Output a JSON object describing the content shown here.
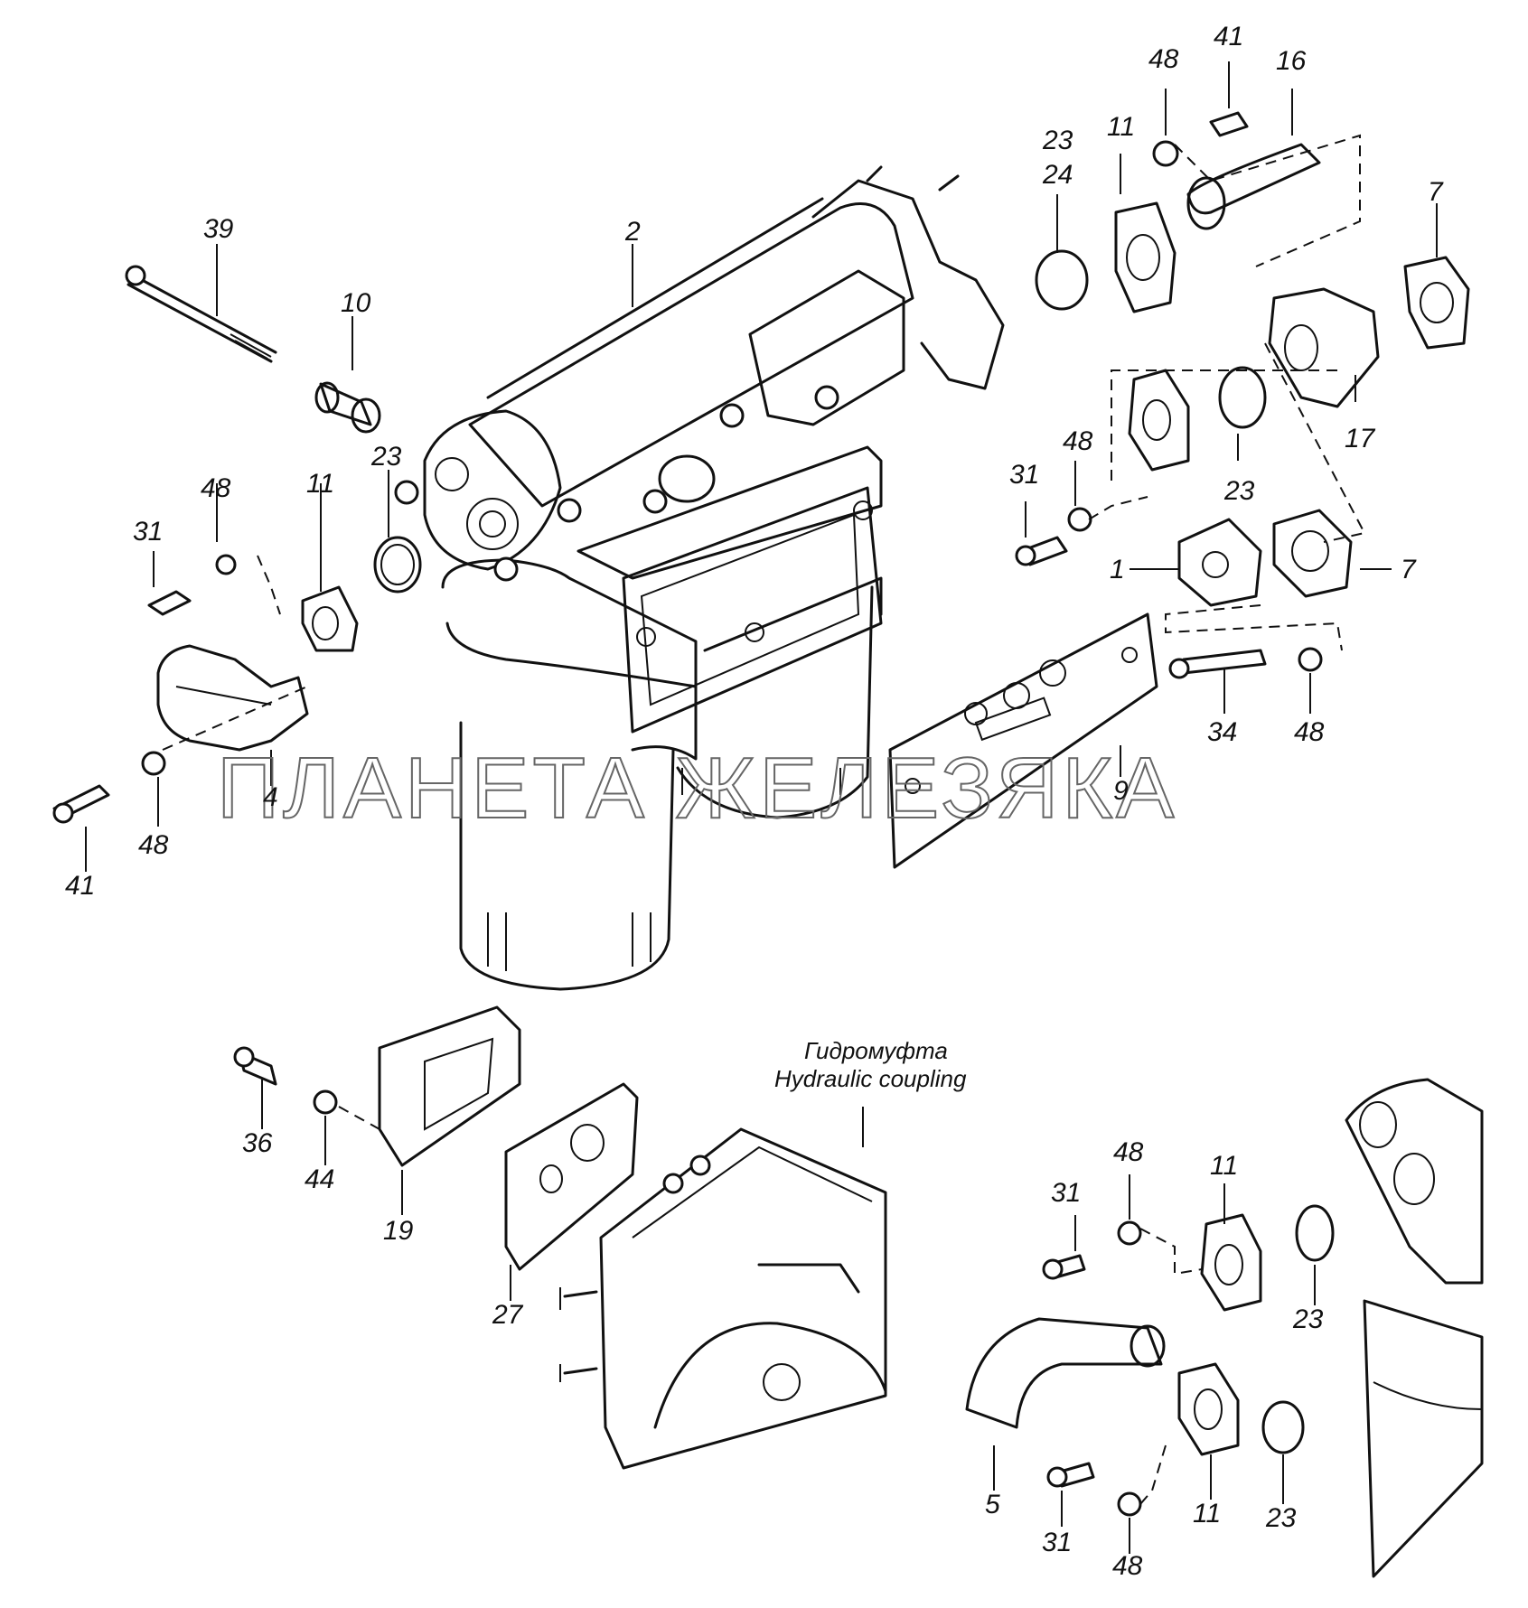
{
  "callouts": [
    {
      "label": "41"
    },
    {
      "label": "48"
    },
    {
      "label": "16"
    },
    {
      "label": "23"
    },
    {
      "label": "24"
    },
    {
      "label": "11"
    },
    {
      "label": "7"
    },
    {
      "label": "39"
    },
    {
      "label": "2"
    },
    {
      "label": "10"
    },
    {
      "label": "48"
    },
    {
      "label": "17"
    },
    {
      "label": "23"
    },
    {
      "label": "31"
    },
    {
      "label": "23"
    },
    {
      "label": "48"
    },
    {
      "label": "11"
    },
    {
      "label": "31"
    },
    {
      "label": "1"
    },
    {
      "label": "7"
    },
    {
      "label": "34"
    },
    {
      "label": "48"
    },
    {
      "label": "9"
    },
    {
      "label": "4"
    },
    {
      "label": "48"
    },
    {
      "label": "41"
    },
    {
      "label": "36"
    },
    {
      "label": "44"
    },
    {
      "label": "19"
    },
    {
      "label": "27"
    },
    {
      "label": "48"
    },
    {
      "label": "11"
    },
    {
      "label": "31"
    },
    {
      "label": "23"
    },
    {
      "label": "5"
    },
    {
      "label": "11"
    },
    {
      "label": "31"
    },
    {
      "label": "48"
    },
    {
      "label": "23"
    }
  ],
  "notes": {
    "coupling_ru": "Гидромуфта",
    "coupling_en": "Hydraulic coupling"
  },
  "watermark": "ПЛАНЕТА ЖЕЛЕЗЯКА"
}
